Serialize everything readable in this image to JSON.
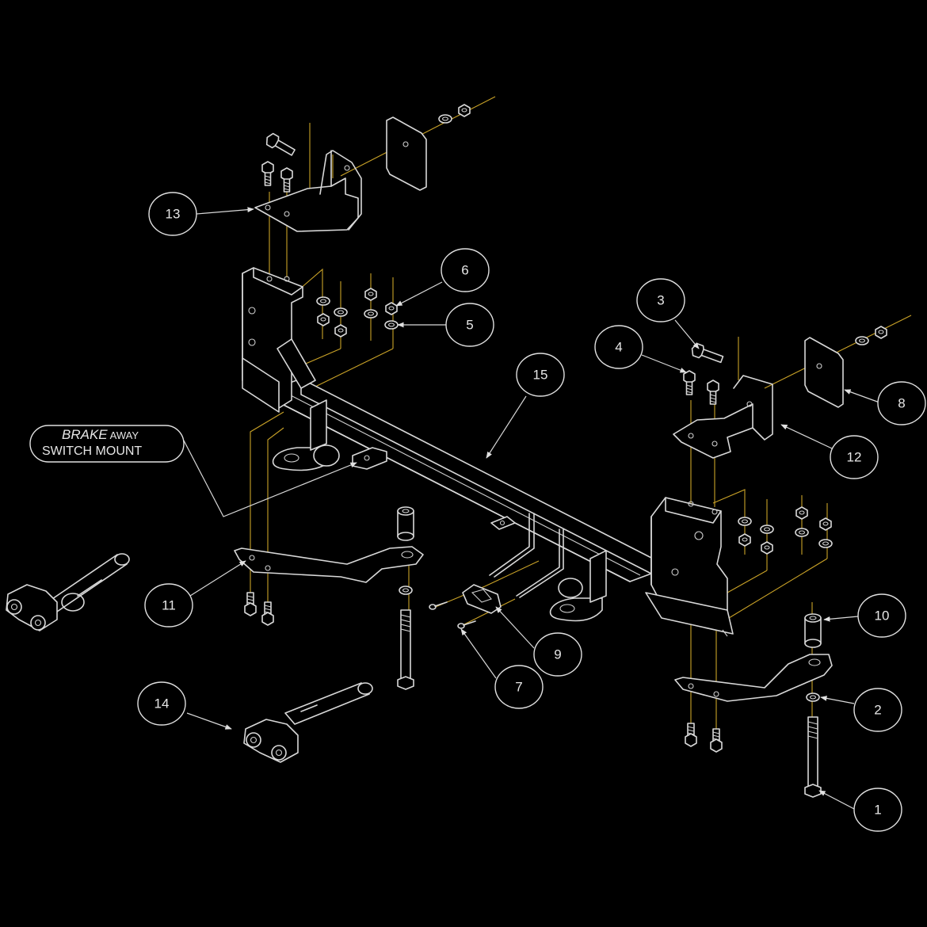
{
  "callouts": [
    "1",
    "2",
    "3",
    "4",
    "5",
    "6",
    "7",
    "8",
    "9",
    "10",
    "11",
    "12",
    "13",
    "14",
    "15"
  ],
  "brake_label": {
    "word1": "BRAKE",
    "word2": "AWAY",
    "line2": "SWITCH MOUNT"
  },
  "colors": {
    "background": "#000000",
    "line": "#d8d8d8",
    "guide": "#c9a227"
  }
}
